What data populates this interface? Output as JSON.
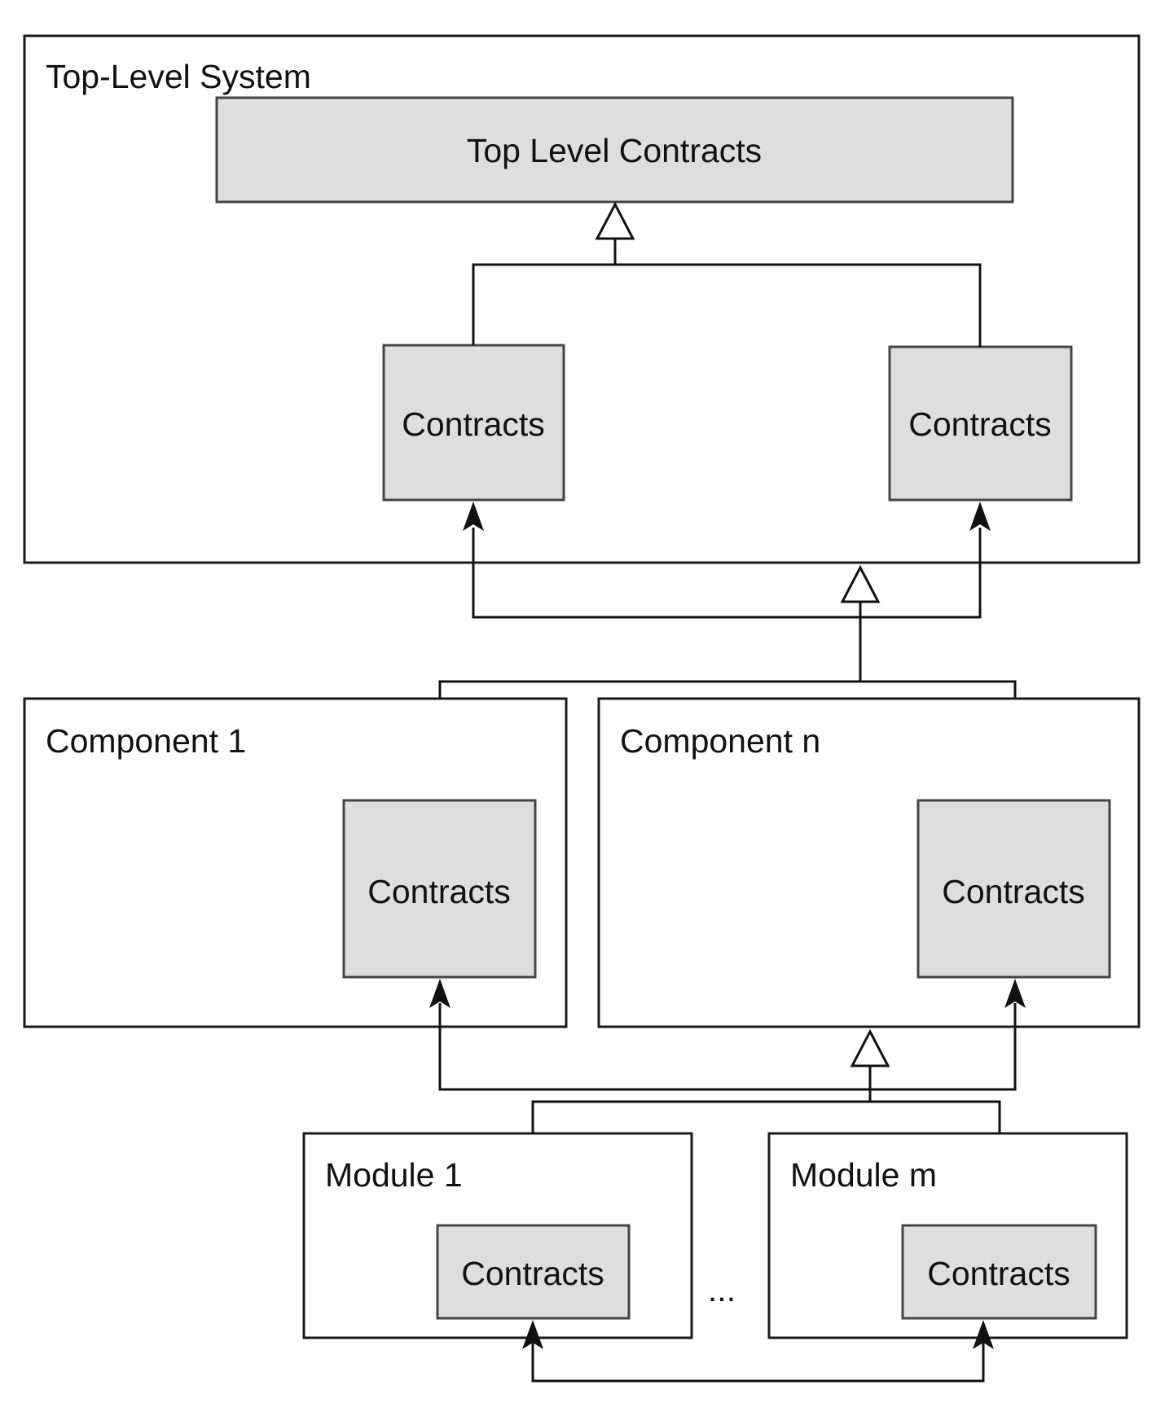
{
  "top_system": {
    "title": "Top-Level System",
    "top_contracts": "Top Level Contracts",
    "contracts_left": "Contracts",
    "contracts_right": "Contracts"
  },
  "component_1": {
    "title": "Component 1",
    "contracts": "Contracts"
  },
  "component_n": {
    "title": "Component n",
    "contracts": "Contracts"
  },
  "module_1": {
    "title": "Module 1",
    "contracts": "Contracts"
  },
  "module_m": {
    "title": "Module m",
    "contracts": "Contracts"
  },
  "ellipsis": "..."
}
